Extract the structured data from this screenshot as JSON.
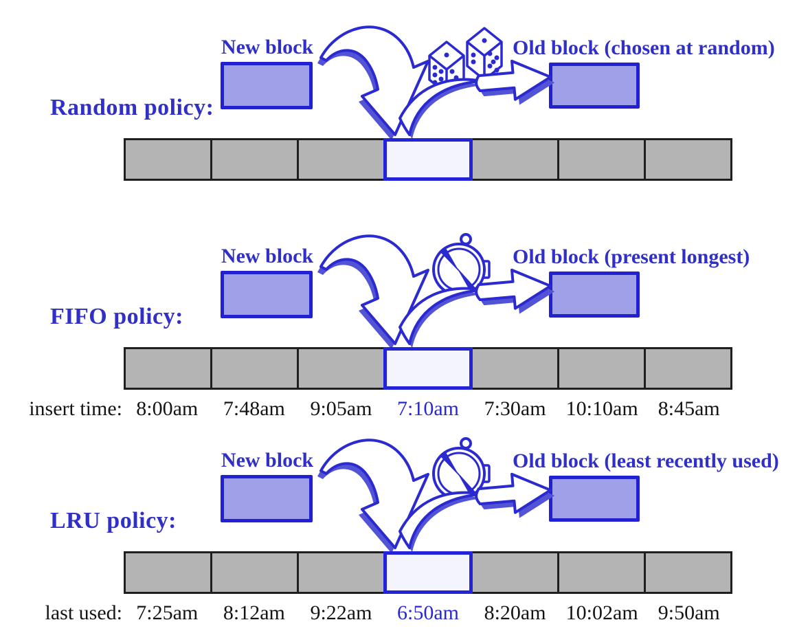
{
  "diagram": {
    "cache_row": {
      "cell_count": 7,
      "highlighted_cell_index": 3
    },
    "colors": {
      "label_blue": "#3030c8",
      "block_fill": "#a0a0e8",
      "block_border": "#2121d2",
      "cell_gray": "#b4b4b4",
      "cell_border": "#1f1f1f",
      "highlight_fill": "#f4f4fd",
      "highlight_border": "#2323d8",
      "arrow_blue": "#2a2ad0",
      "arrow_shadow": "#5353d6",
      "time_text": "#141414"
    }
  },
  "sections": [
    {
      "label": "Random policy:",
      "new_block_label": "New block",
      "old_block_label": "Old block (chosen at random)",
      "icon": "dice-icon"
    },
    {
      "label": "FIFO policy:",
      "new_block_label": "New block",
      "old_block_label": "Old block (present longest)",
      "icon": "clock-icon",
      "times_caption": "insert time:",
      "highlighted_time_index": 3,
      "times": [
        "8:00am",
        "7:48am",
        "9:05am",
        "7:10am",
        "7:30am",
        "10:10am",
        "8:45am"
      ]
    },
    {
      "label": "LRU policy:",
      "new_block_label": "New block",
      "old_block_label": "Old block (least recently used)",
      "icon": "clock-icon",
      "times_caption": "last used:",
      "highlighted_time_index": 3,
      "times": [
        "7:25am",
        "8:12am",
        "9:22am",
        "6:50am",
        "8:20am",
        "10:02am",
        "9:50am"
      ]
    }
  ]
}
